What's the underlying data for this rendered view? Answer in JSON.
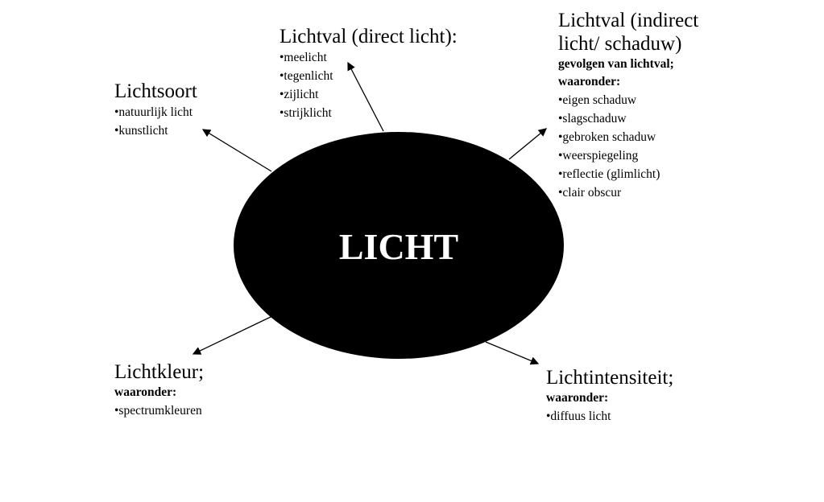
{
  "center": "LICHT",
  "nodes": {
    "lichtsoort": {
      "title": "Lichtsoort",
      "items": [
        "•natuurlijk licht",
        "•kunstlicht"
      ]
    },
    "direct": {
      "title": "Lichtval (direct licht):",
      "items": [
        "•meelicht",
        "•tegenlicht",
        "•zijlicht",
        "•strijklicht"
      ]
    },
    "indirect": {
      "title1": "Lichtval (indirect",
      "title2": "licht/ schaduw)",
      "sub1": "gevolgen van lichtval;",
      "sub2": "waaronder:",
      "items": [
        "•eigen schaduw",
        "•slagschaduw",
        "•gebroken schaduw",
        "•weerspiegeling",
        "•reflectie (glimlicht)",
        "•clair obscur"
      ]
    },
    "kleur": {
      "title": "Lichtkleur;",
      "sub": "waaronder:",
      "items": [
        "•spectrumkleuren"
      ]
    },
    "intensiteit": {
      "title": "Lichtintensiteit;",
      "sub": "waaronder:",
      "items": [
        "•diffuus licht"
      ]
    }
  }
}
